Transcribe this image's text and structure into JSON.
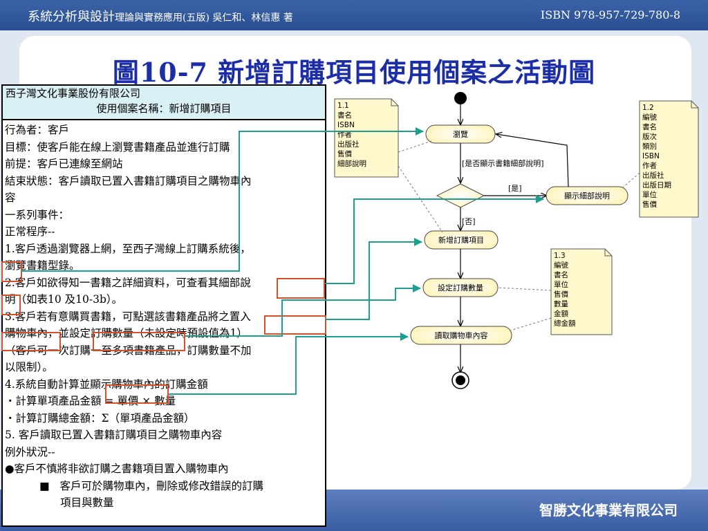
{
  "header": {
    "book_title": "系統分析與設計",
    "book_subtitle": "理論與實務應用(五版)  吳仁和、林信惠 著",
    "isbn": "ISBN 978-957-729-780-8"
  },
  "slide": {
    "title": "圖10-7 新增訂購項目使用個案之活動圖"
  },
  "usecase": {
    "company": "西子灣文化事業股份有限公司",
    "name": "使用個案名稱：新增訂購項目",
    "lines": [
      "行為者：客戶",
      "目標：使客戶能在線上瀏覽書籍產品並進行訂購",
      "前提：客戶已連線至網站",
      "結束狀態：客戶讀取已置入書籍訂購項目之購物車內",
      "容",
      "一系列事件：",
      "正常程序--",
      "1.客戶透過瀏覽器上網，至西子灣線上訂購系統後，",
      "瀏覽書籍型錄。",
      "2.客戶如欲得知一書籍之詳細資料，可查看其細部說",
      "明（如表10 及10-3b）。",
      "3.客戶若有意購買書籍，可點選該書籍產品將之置入",
      "購物車內，並設定訂購數量（未設定時預設值為1）",
      "（客戶可一次訂購一至多項書籍產品，訂購數量不加",
      "以限制）。",
      "4.系統自動計算並顯示購物車內的訂購金額",
      "‧計算單項產品金額 = 單價 × 數量",
      "‧計算訂購總金額：Σ（單項產品金額）",
      "5. 客戶讀取已置入書籍訂購項目之購物車內容",
      "例外狀況--",
      "●客戶不慎將非欲訂購之書籍項目置入購物車內"
    ],
    "sub_bullet_marker": "■",
    "sub_bullet_line1": "客戶可於購物車內，刪除或修改錯誤的訂購",
    "sub_bullet_line2": "項目與數量"
  },
  "diagram": {
    "activities": {
      "browse": "瀏覽",
      "show_detail": "顯示細部說明",
      "add_item": "新增訂購項目",
      "set_qty": "設定訂購數量",
      "read_cart": "讀取購物車內容"
    },
    "guards": {
      "question": "[是否顯示書籍細部說明]",
      "yes": "[是]",
      "no": "[否]"
    },
    "notes": {
      "n11": [
        "1.1",
        "書名",
        "ISBN",
        "作者",
        "出版社",
        "售價",
        "細部說明"
      ],
      "n12": [
        "1.2",
        "編號",
        "書名",
        "版次",
        "類別",
        "ISBN",
        "作者",
        "出版社",
        "出版日期",
        "單位",
        "售價"
      ],
      "n13": [
        "1.3",
        "編號",
        "書名",
        "單位",
        "售價",
        "數量",
        "金額",
        "總金額"
      ]
    },
    "colors": {
      "link": "#1aa08f",
      "flow": "#000000",
      "node_fill": "#fff8cc",
      "box_highlight": "#d4502a"
    }
  },
  "footer": {
    "company": "智勝文化事業有限公司"
  }
}
